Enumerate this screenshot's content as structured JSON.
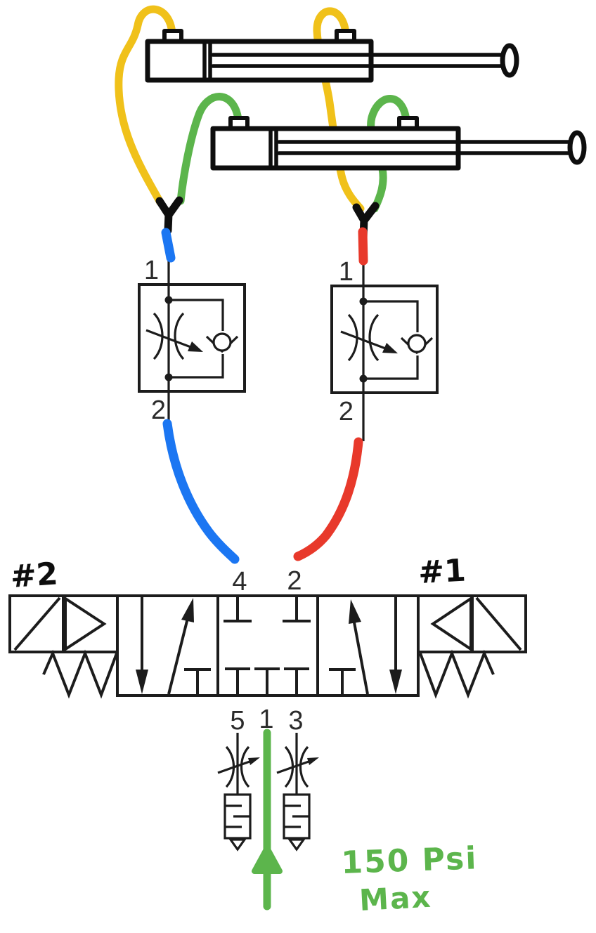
{
  "diagram": {
    "type": "pneumatic-circuit-schematic",
    "colors": {
      "tube_yellow": "#F0C11A",
      "tube_green": "#5CB54C",
      "tube_blue": "#1B76F2",
      "tube_red": "#E8392B",
      "schematic_line": "#1c1c1c",
      "hand_line": "#0e0e0e",
      "note_green": "#5CB54C"
    },
    "cylinders": {
      "top": "double-acting-cylinder-1",
      "bottom": "double-acting-cylinder-2"
    },
    "flow_controls": {
      "left": {
        "port_top": "1",
        "port_bottom": "2"
      },
      "right": {
        "port_top": "1",
        "port_bottom": "2"
      }
    },
    "main_valve": {
      "solenoid_left_label": "#2",
      "solenoid_right_label": "#1",
      "top_ports": [
        "4",
        "2"
      ],
      "bottom_ports": [
        "5",
        "1",
        "3"
      ]
    },
    "supply_note": {
      "line1": "150 Psi",
      "line2": "Max"
    }
  }
}
